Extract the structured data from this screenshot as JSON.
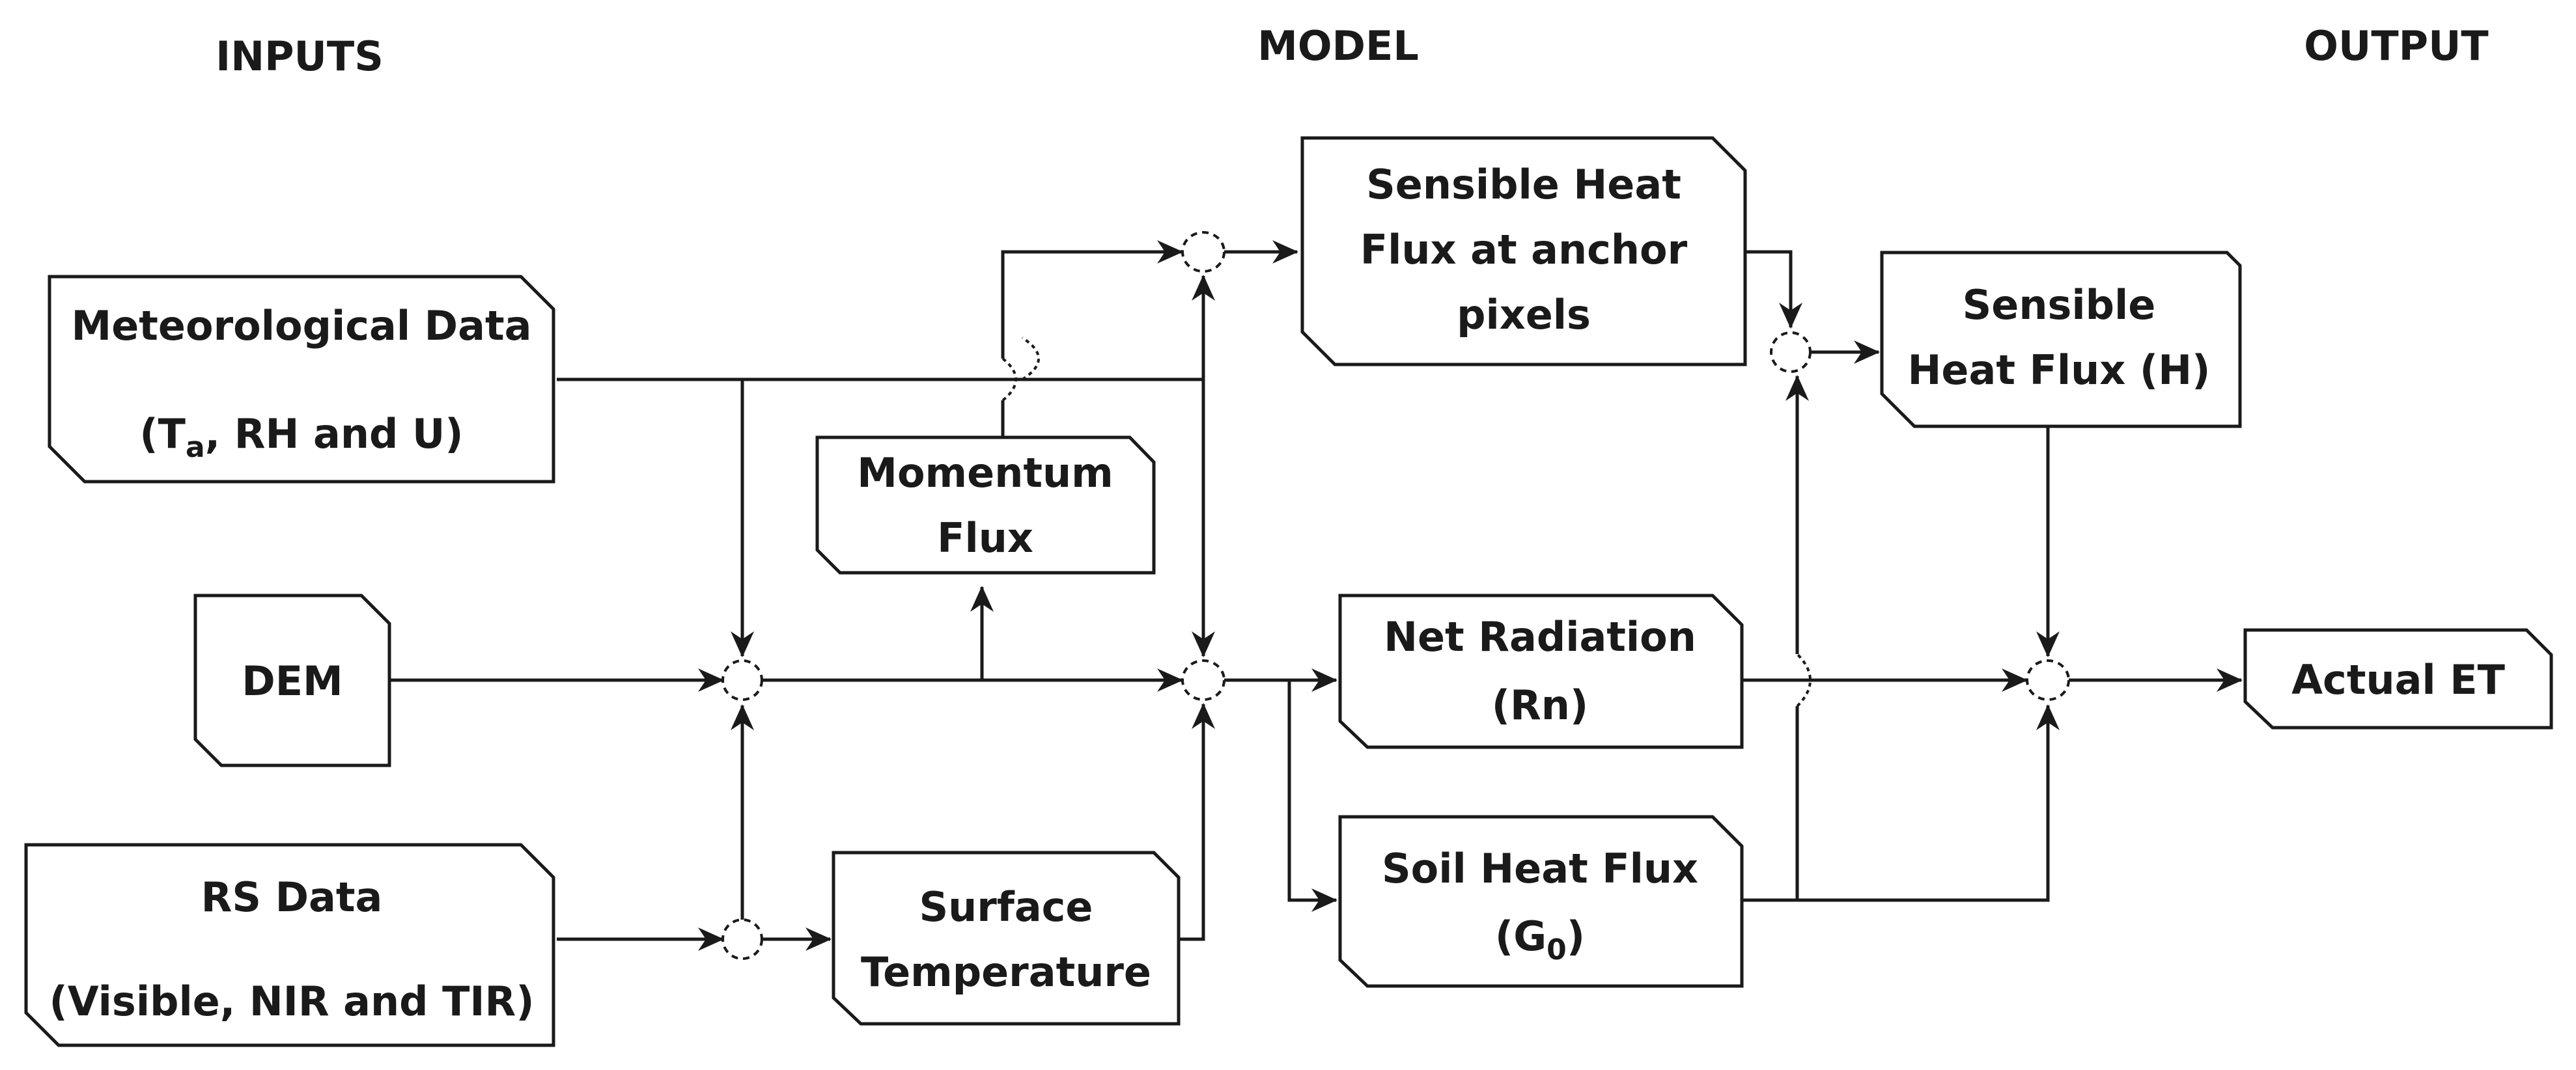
{
  "headers": {
    "inputs": "INPUTS",
    "model": "MODEL",
    "output": "OUTPUT"
  },
  "nodes": {
    "meteorological": {
      "line1": "Meteorological Data",
      "line2_pre": "(T",
      "line2_sub": "a",
      "line2_post": ", RH and U)"
    },
    "dem": {
      "label": "DEM"
    },
    "rs_data": {
      "line1": "RS Data",
      "line2": "(Visible, NIR and TIR)"
    },
    "momentum_flux": {
      "line1": "Momentum",
      "line2": "Flux"
    },
    "surface_temperature": {
      "line1": "Surface",
      "line2": "Temperature"
    },
    "shf_anchor": {
      "line1": "Sensible Heat",
      "line2": "Flux at anchor",
      "line3": "pixels"
    },
    "net_radiation": {
      "line1": "Net Radiation",
      "line2": "(Rn)"
    },
    "soil_heat_flux": {
      "line1": "Soil Heat Flux",
      "line2_pre": "(G",
      "line2_sub": "0",
      "line2_post": ")"
    },
    "sensible_heat_flux": {
      "line1": "Sensible",
      "line2": "Heat Flux (H)"
    },
    "actual_et": {
      "label": "Actual ET"
    }
  }
}
